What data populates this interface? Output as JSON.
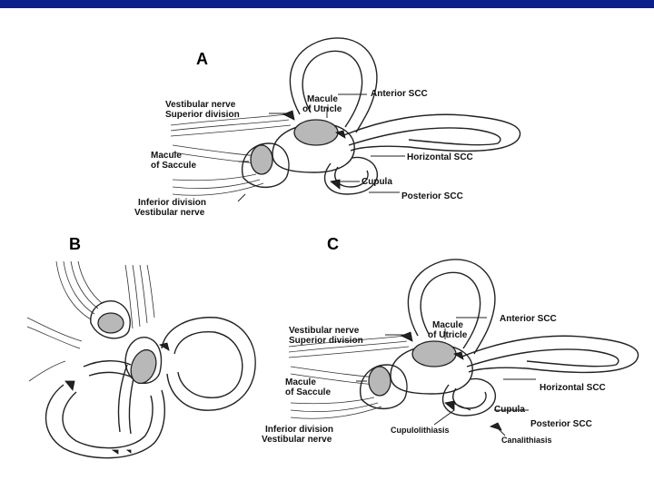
{
  "colors": {
    "top_bar": "#0b1f8a",
    "background": "#ffffff",
    "ink": "#222222",
    "macule_fill": "#b8b8b8"
  },
  "panels": {
    "a": {
      "letter": "A",
      "labels": {
        "anterior_scc": "Anterior SCC",
        "macule_utricle_1": "Macule",
        "macule_utricle_2": "of Utricle",
        "vestibular_nerve": "Vestibular nerve",
        "superior_division": "Superior  division",
        "macule_saccule_1": "Macule",
        "macule_saccule_2": "of Saccule",
        "horizontal_scc": "Horizontal SCC",
        "cupula": "Cupula",
        "posterior_scc": "Posterior SCC",
        "inferior_division": "Inferior  division",
        "vestibular_nerve_bottom": "Vestibular nerve"
      }
    },
    "b": {
      "letter": "B"
    },
    "c": {
      "letter": "C",
      "labels": {
        "anterior_scc": "Anterior SCC",
        "macule_utricle_1": "Macule",
        "macule_utricle_2": "of Utricle",
        "vestibular_nerve": "Vestibular nerve",
        "superior_division": "Superior  division",
        "macule_saccule_1": "Macule",
        "macule_saccule_2": "of Saccule",
        "horizontal_scc": "Horizontal SCC",
        "cupula": "Cupula",
        "posterior_scc": "Posterior SCC",
        "inferior_division": "Inferior  division",
        "vestibular_nerve_bottom": "Vestibular nerve",
        "cupulolithiasis": "Cupulolithiasis",
        "canalithiasis": "Canalithiasis"
      }
    }
  }
}
